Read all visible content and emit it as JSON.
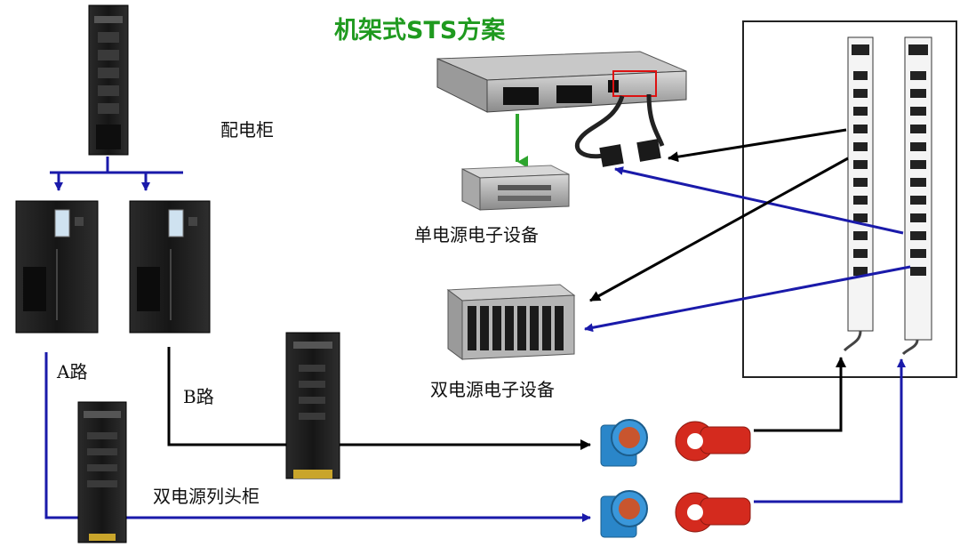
{
  "title": "机架式STS方案",
  "labels": {
    "distribution_cabinet": "配电柜",
    "path_a": "A路",
    "path_b": "B路",
    "dual_head_cabinet": "双电源列头柜",
    "single_power_device": "单电源电子设备",
    "dual_power_device": "双电源电子设备"
  },
  "colors": {
    "title_green": "#1f9a1f",
    "arrow_green": "#2ea52e",
    "line_blue": "#1a1aaa",
    "line_black": "#000000",
    "cabinet_dark": "#1c1c1c",
    "connector_red": "#d42a1e",
    "connector_blue": "#2a86c9",
    "panel_border": "#222222"
  },
  "icons": [
    "distribution-cabinet-icon",
    "ups-a-icon",
    "ups-b-icon",
    "head-cabinet-icon",
    "small-cabinet-icon",
    "rack-sts-unit-icon",
    "single-power-device-icon",
    "blade-server-icon",
    "pdu-strip-icon",
    "industrial-socket-icon",
    "industrial-plug-icon"
  ]
}
